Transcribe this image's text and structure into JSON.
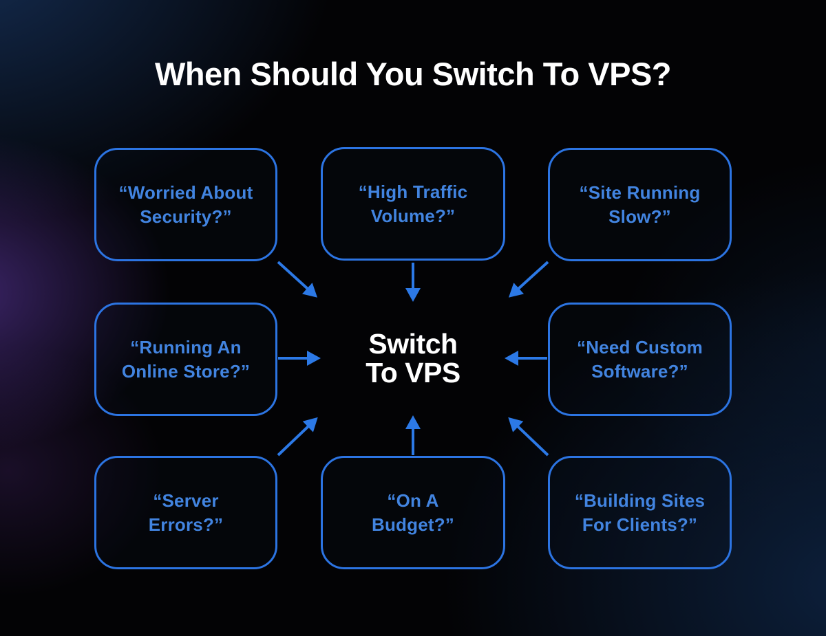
{
  "title": "When Should You Switch To VPS?",
  "center": {
    "line1": "Switch",
    "line2": "To VPS"
  },
  "boxes": [
    {
      "id": "worried-about-security",
      "label": "“Worried About\nSecurity?”"
    },
    {
      "id": "high-traffic-volume",
      "label": "“High Traffic\nVolume?”"
    },
    {
      "id": "site-running-slow",
      "label": "“Site Running\nSlow?”"
    },
    {
      "id": "running-an-online-store",
      "label": "“Running An\nOnline Store?”"
    },
    {
      "id": "need-custom-software",
      "label": "“Need Custom\nSoftware?”"
    },
    {
      "id": "server-errors",
      "label": "“Server\nErrors?”"
    },
    {
      "id": "on-a-budget",
      "label": "“On A\nBudget?”"
    },
    {
      "id": "building-sites-for-clients",
      "label": "“Building Sites\nFor Clients?”"
    }
  ],
  "colors": {
    "accent_blue": "#2C74E2",
    "box_text_blue": "#4284E0",
    "title_white": "#FFFFFF",
    "background_base": "#030305",
    "background_glow_purple": "#5A38A4",
    "background_glow_navy": "#14305A"
  }
}
